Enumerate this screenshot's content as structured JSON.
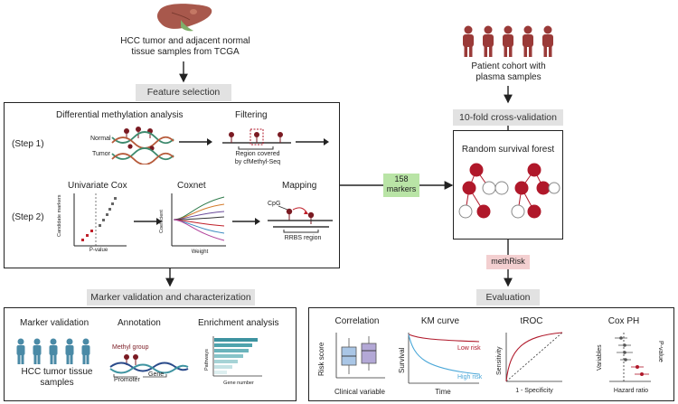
{
  "top": {
    "tcga_text_1": "HCC tumor and adjacent normal",
    "tcga_text_2": "tissue samples from TCGA",
    "patient_text_1": "Patient cohort with",
    "patient_text_2": "plasma samples"
  },
  "feature_selection": {
    "label": "Feature selection",
    "step1_label": "(Step 1)",
    "step2_label": "(Step 2)",
    "diff_methylation": "Differential methylation analysis",
    "normal": "Normal",
    "tumor": "Tumor",
    "filtering": "Filtering",
    "region_1": "Region covered",
    "region_2": "by cfMethyl-Seq",
    "univariate_cox": "Univariate Cox",
    "candidate_markers": "Candidate markers",
    "p_value": "P-value",
    "coxnet": "Coxnet",
    "coefficient": "Coefficient",
    "weight": "Weight",
    "mapping": "Mapping",
    "cpg": "CpG",
    "rrbs_region": "RRBS region"
  },
  "markers_badge": {
    "line1": "158",
    "line2": "markers"
  },
  "cross_validation": {
    "label": "10-fold cross-validation",
    "rsf_title": "Random survival forest"
  },
  "methrisk": "methRisk",
  "marker_validation": {
    "label": "Marker validation and characterization",
    "mv_title": "Marker validation",
    "hcc_text_1": "HCC tumor tissue",
    "hcc_text_2": "samples",
    "annotation": "Annotation",
    "methyl_group": "Methyl group",
    "promoter": "Promoter",
    "gene": "Gene",
    "enrichment": "Enrichment analysis",
    "pathways": "Pathways",
    "gene_number": "Gene number"
  },
  "evaluation": {
    "label": "Evaluation",
    "correlation": "Correlation",
    "risk_score": "Risk score",
    "clinical_variable": "Clinical variable",
    "km_curve": "KM curve",
    "survival": "Survival",
    "low_risk": "Low risk",
    "high_risk": "High risk",
    "time": "Time",
    "troc": "tROC",
    "sensitivity": "Sensitivity",
    "specificity": "1 - Specificity",
    "cox_ph": "Cox PH",
    "variables": "Variables",
    "pvalue": "P-value",
    "hazard_ratio": "Hazard ratio"
  },
  "colors": {
    "accent_red": "#b0182a",
    "dark_red": "#7a1a22",
    "badge_green": "#b9e4a6",
    "badge_pink": "#f3cfd0",
    "pill_gray": "#e2e2e2",
    "teal": "#3d93a0",
    "blue_curve": "#4aa7d8"
  }
}
